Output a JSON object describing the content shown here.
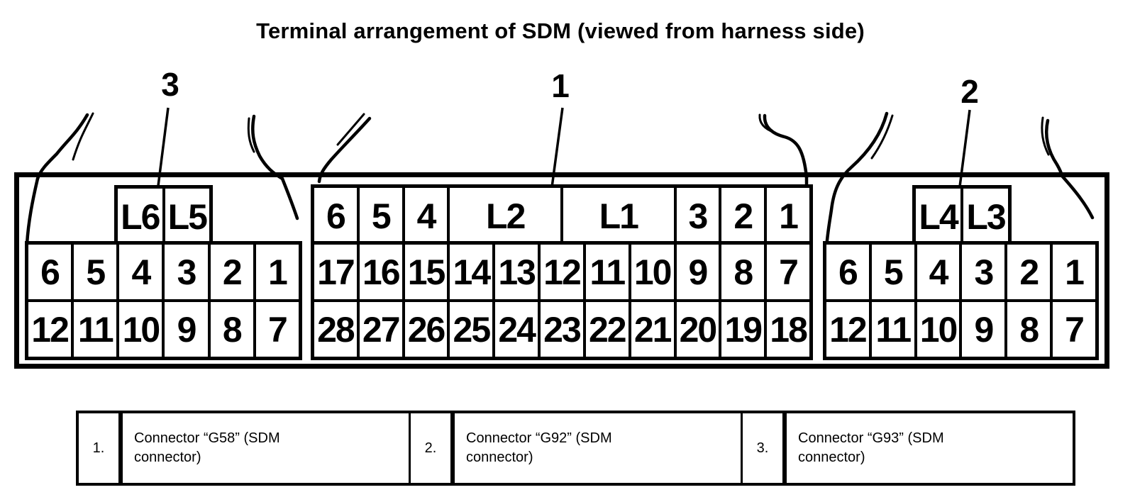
{
  "title": "Terminal arrangement of SDM (viewed from harness side)",
  "colors": {
    "ink": "#000000",
    "paper": "#ffffff"
  },
  "connectors": {
    "center": {
      "callout": "1",
      "top_row": [
        "6",
        "5",
        "4",
        "L2",
        "L1",
        "3",
        "2",
        "1"
      ],
      "middle_row": [
        "17",
        "16",
        "15",
        "14",
        "13",
        "12",
        "11",
        "10",
        "9",
        "8",
        "7"
      ],
      "bottom_row": [
        "28",
        "27",
        "26",
        "25",
        "24",
        "23",
        "22",
        "21",
        "20",
        "19",
        "18"
      ]
    },
    "right": {
      "callout": "2",
      "lock_row": [
        "L4",
        "L3"
      ],
      "middle_row": [
        "6",
        "5",
        "4",
        "3",
        "2",
        "1"
      ],
      "bottom_row": [
        "12",
        "11",
        "10",
        "9",
        "8",
        "7"
      ]
    },
    "left": {
      "callout": "3",
      "lock_row": [
        "L6",
        "L5"
      ],
      "middle_row": [
        "6",
        "5",
        "4",
        "3",
        "2",
        "1"
      ],
      "bottom_row": [
        "12",
        "11",
        "10",
        "9",
        "8",
        "7"
      ]
    }
  },
  "legend": {
    "items": [
      {
        "number": "1.",
        "text": "Connector “G58” (SDM connector)"
      },
      {
        "number": "2.",
        "text": "Connector “G92” (SDM connector)"
      },
      {
        "number": "3.",
        "text": "Connector “G93” (SDM connector)"
      }
    ]
  }
}
